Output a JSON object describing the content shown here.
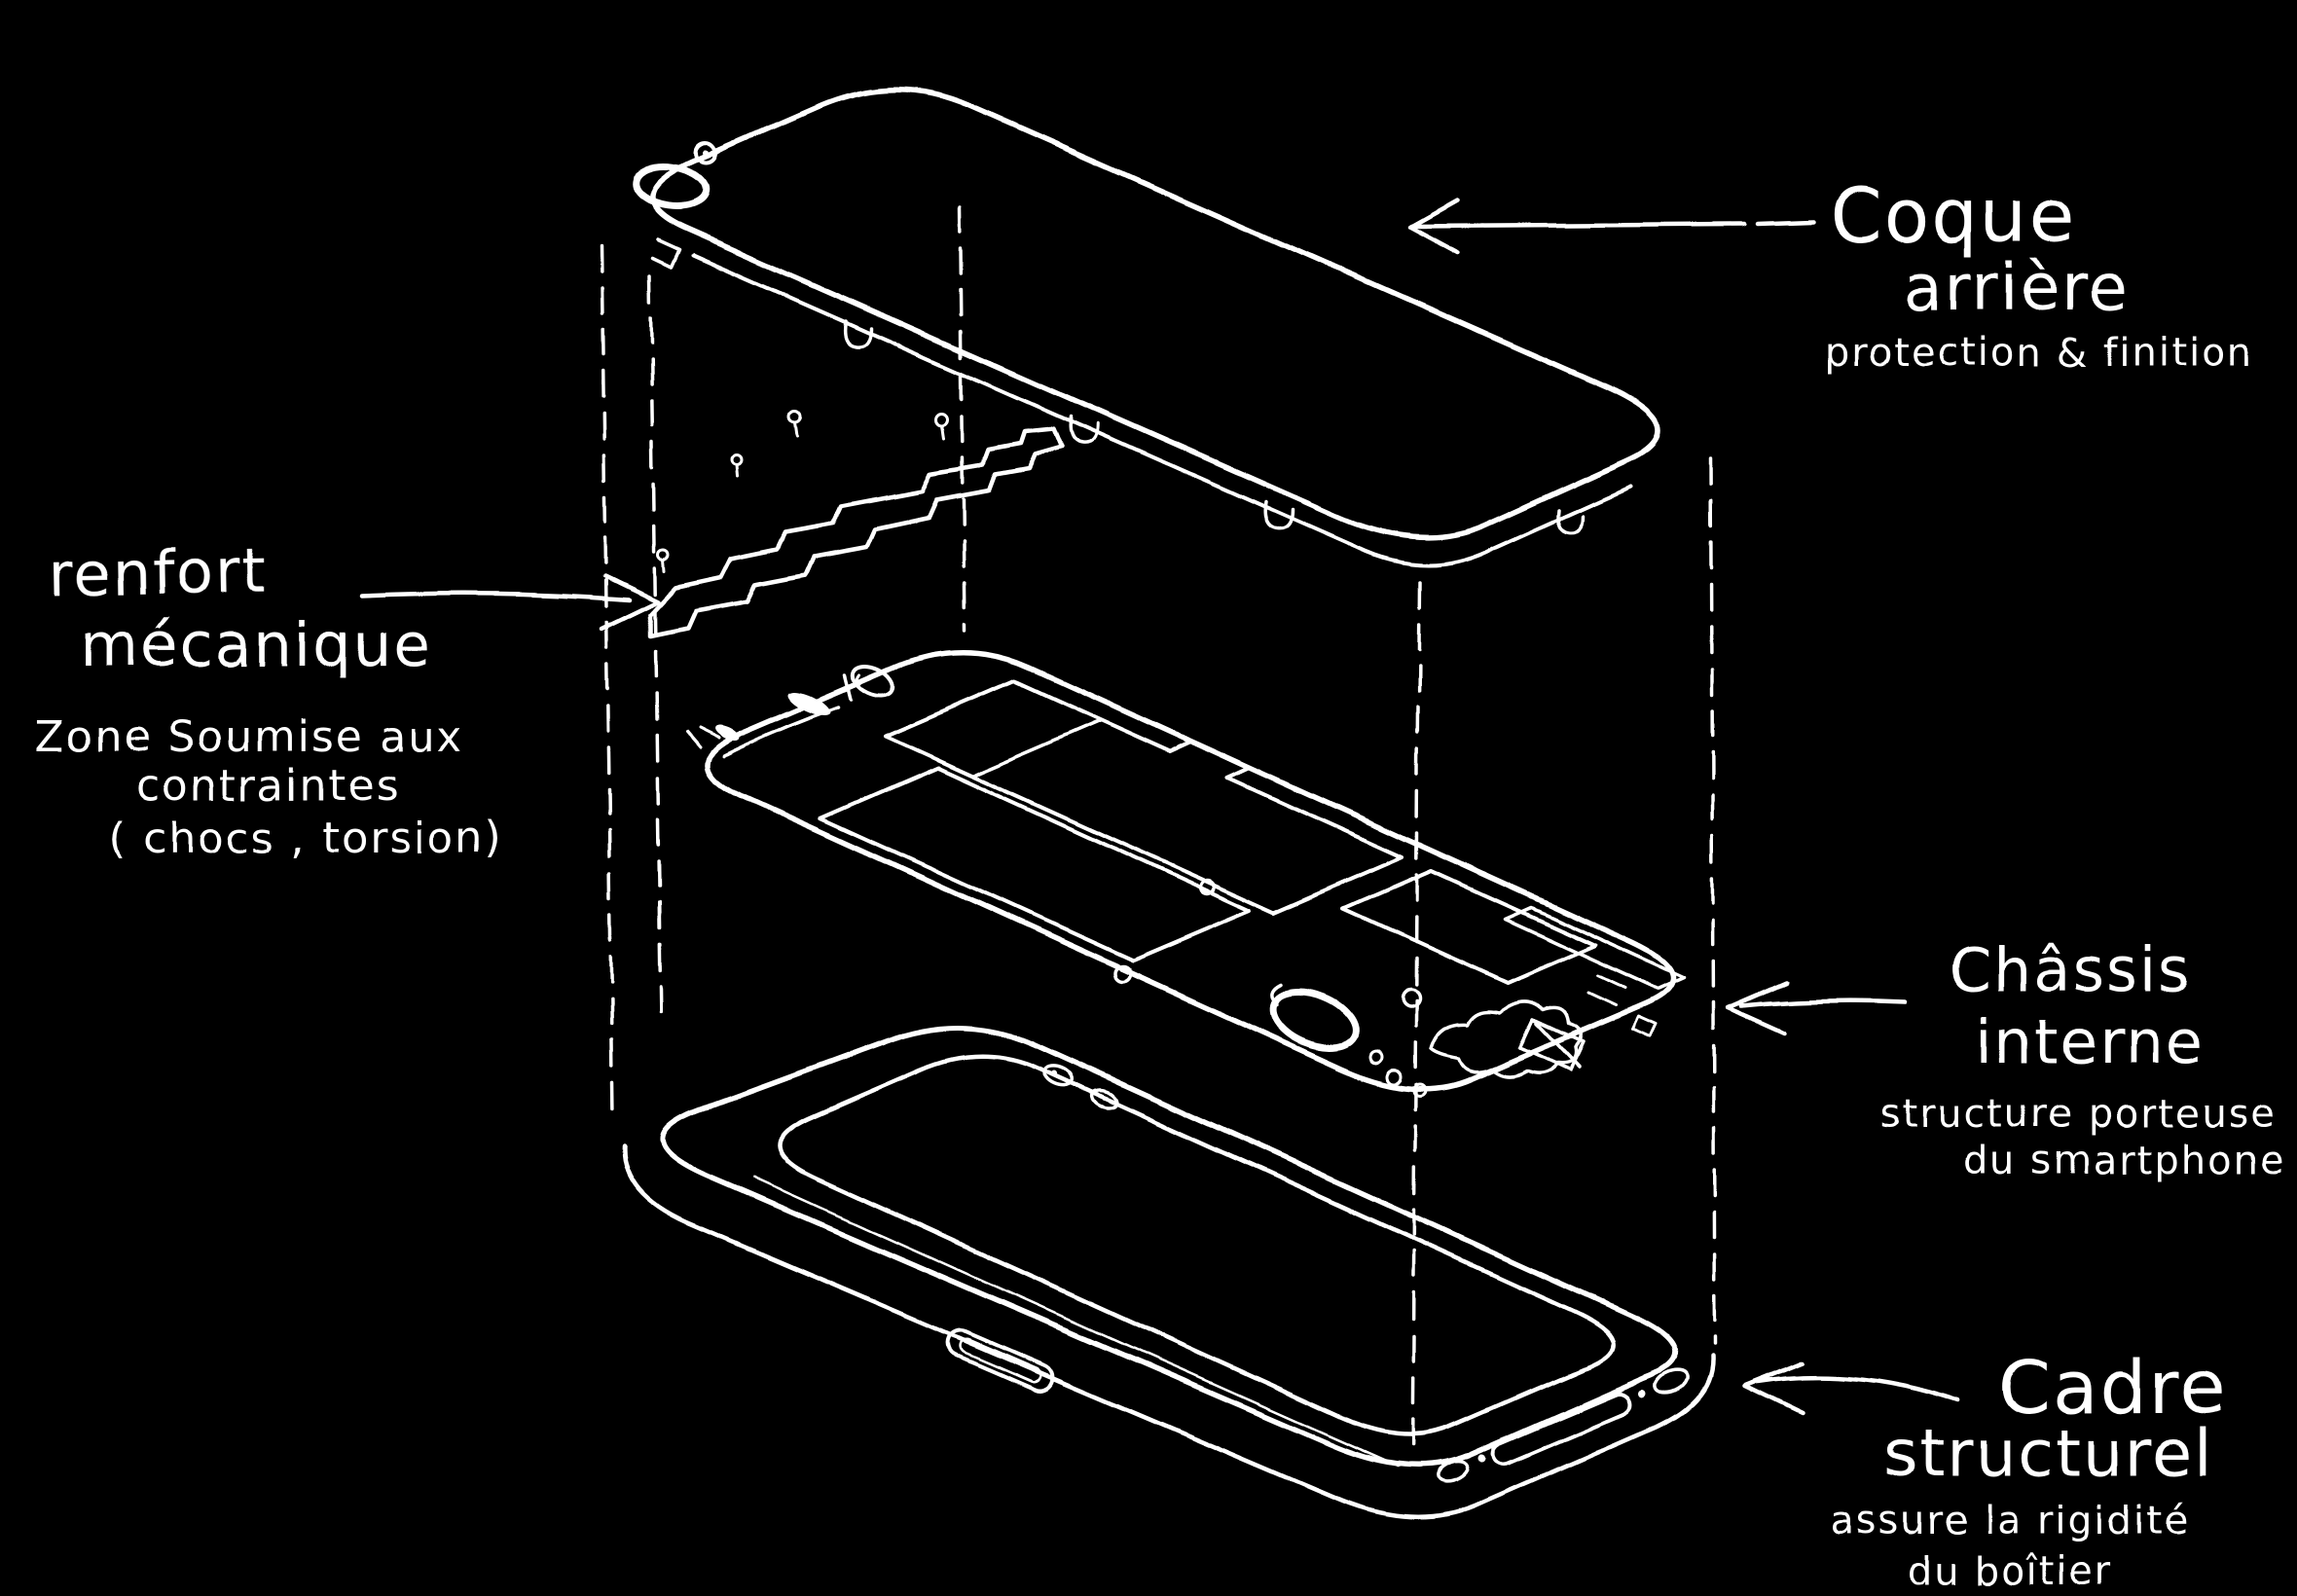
{
  "colors": {
    "background": "#000000",
    "ink": "#ffffff"
  },
  "diagram": {
    "type": "exploded-view-sketch",
    "subject": "smartphone",
    "layers": [
      "coque arrière",
      "renfort mécanique",
      "châssis interne",
      "cadre structurel"
    ]
  },
  "labels": {
    "coque": {
      "line1": "Coque",
      "line2": "arrière",
      "subtitle": "protection & finition"
    },
    "renfort": {
      "line1": "renfort",
      "line2": "mécanique",
      "sub1": "Zone Soumise aux",
      "sub2": "contraintes",
      "sub3": "( chocs , torsion)"
    },
    "chassis": {
      "line1": "Châssis",
      "line2": "interne",
      "sub1": "structure porteuse",
      "sub2": "du smartphone"
    },
    "cadre": {
      "line1": "Cadre",
      "line2": "structurel",
      "sub1": "assure la rigidité",
      "sub2": "du boîtier"
    }
  }
}
